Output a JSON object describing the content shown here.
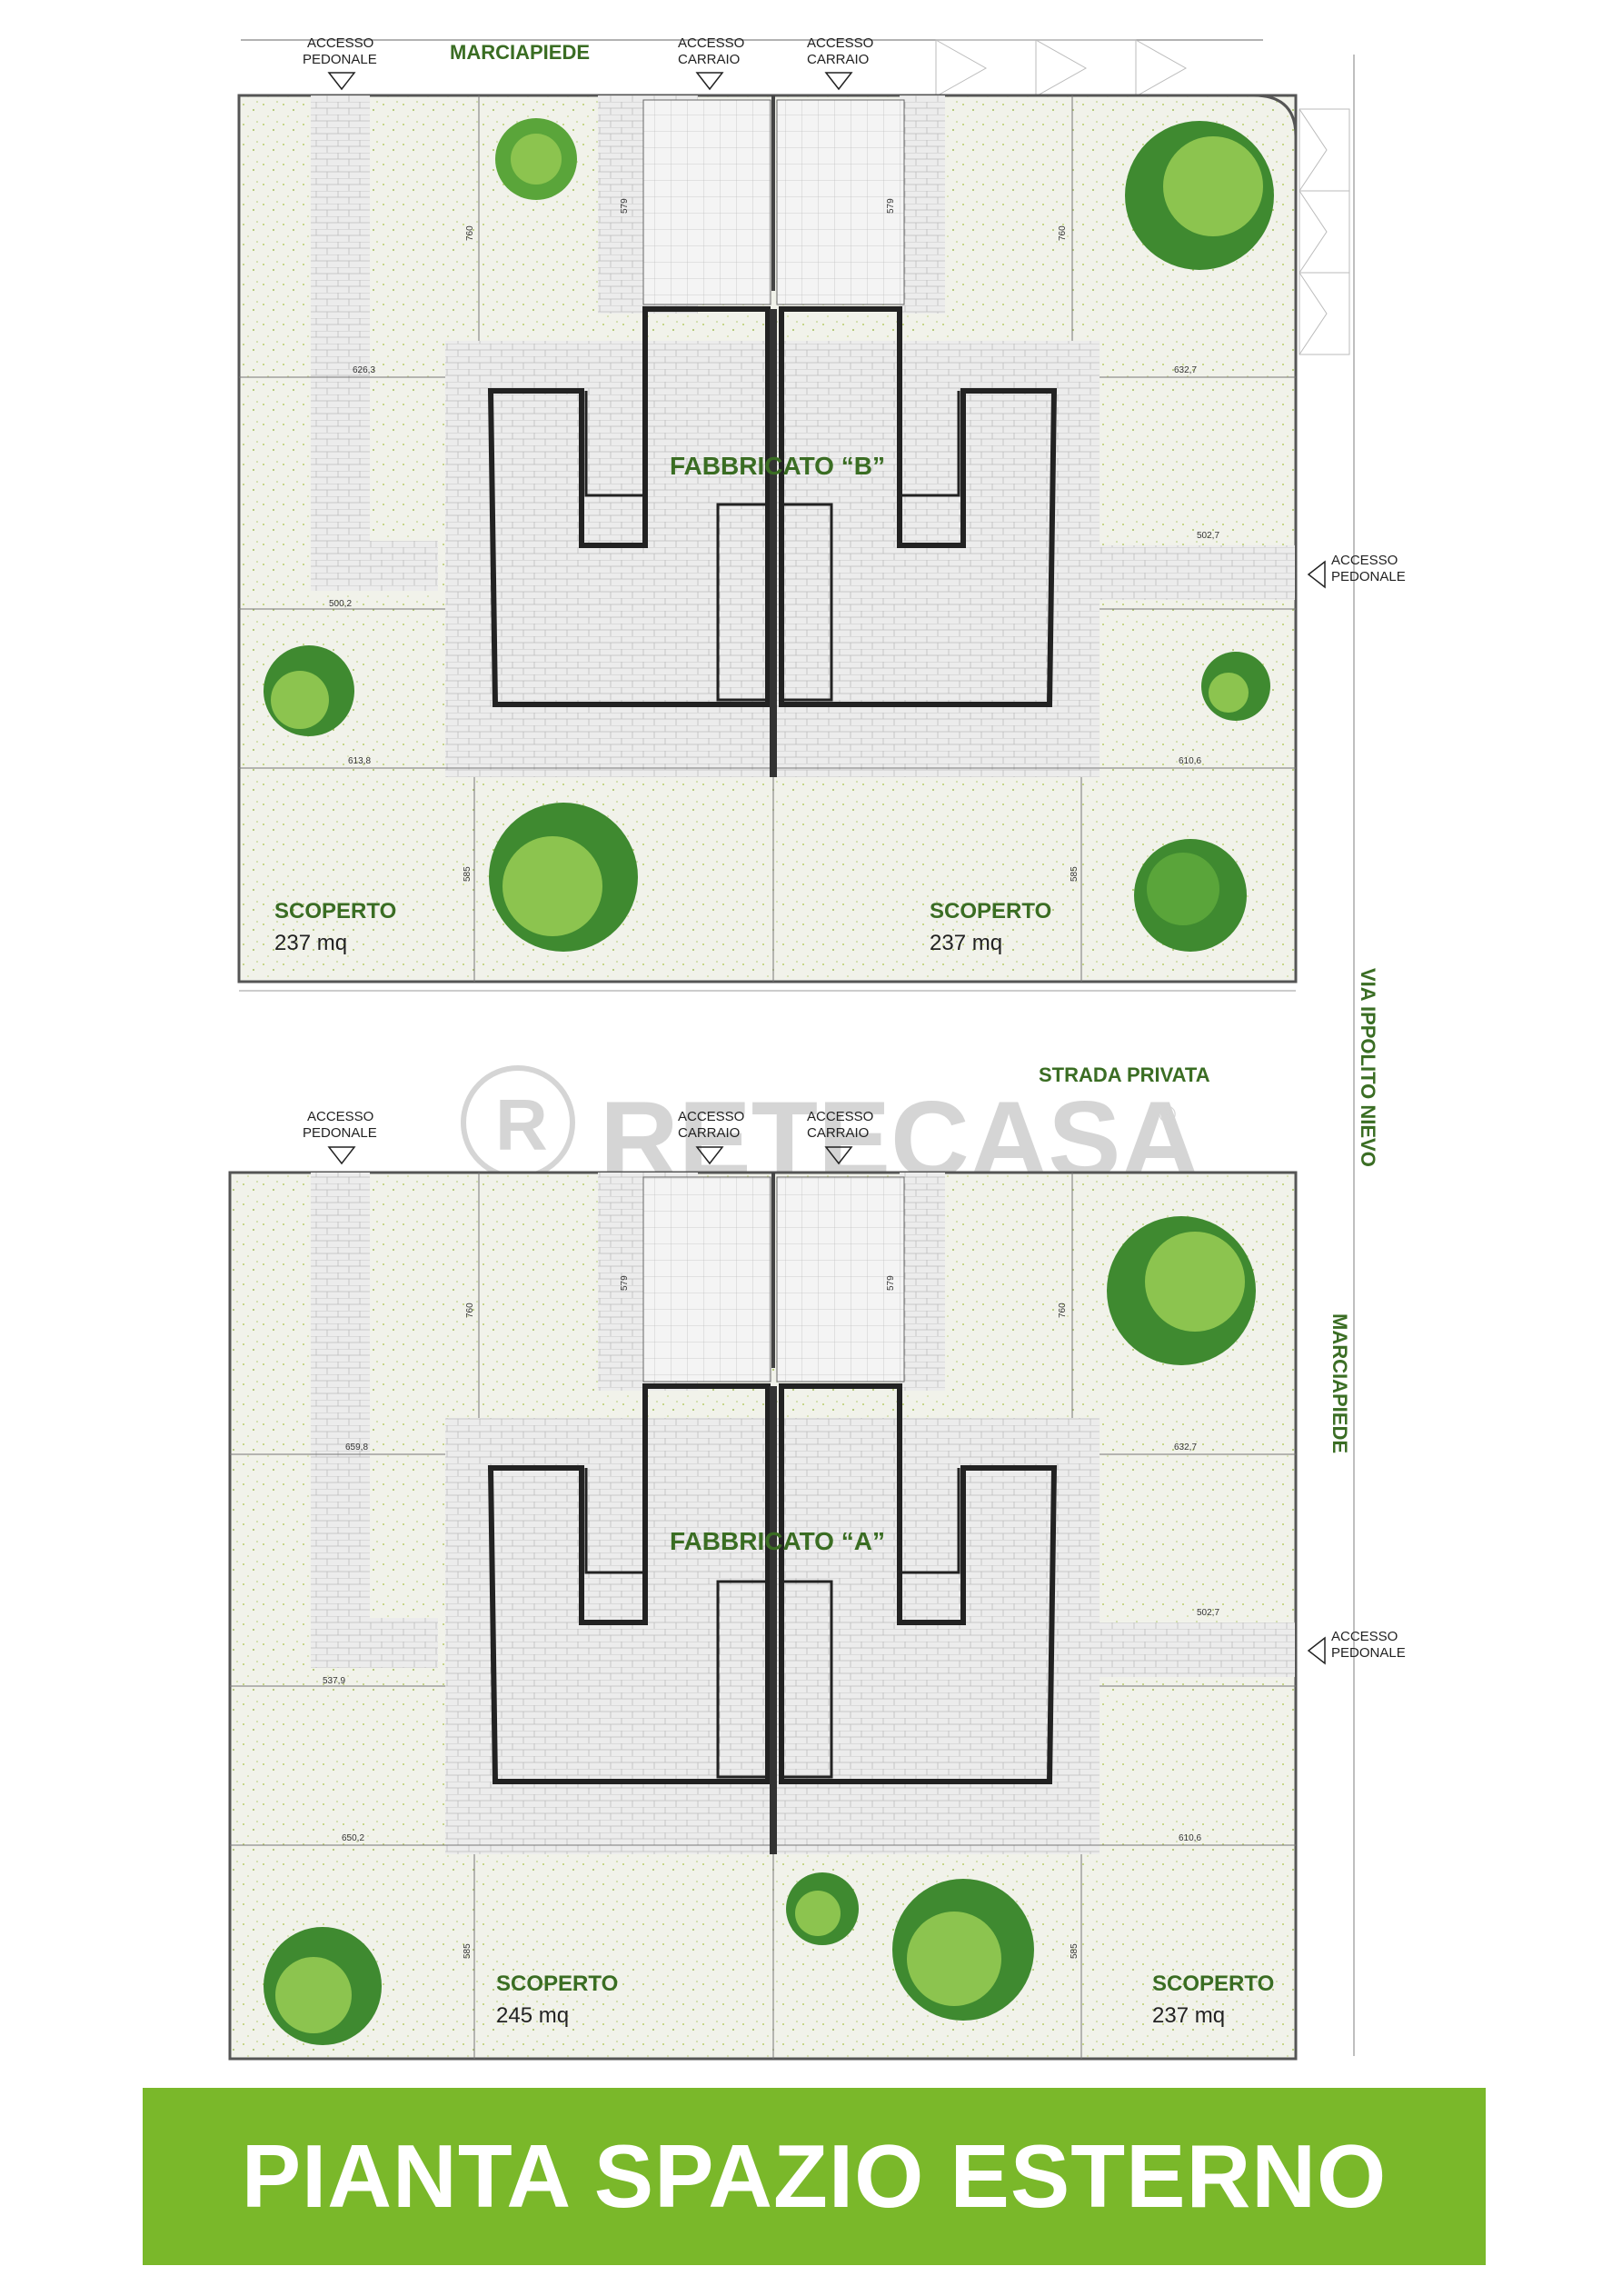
{
  "labels": {
    "marciapiede_top": "MARCIAPIEDE",
    "marciapiede_side": "MARCIAPIEDE",
    "via": "VIA IPPOLITO NIEVO",
    "strada_privata": "STRADA PRIVATA",
    "fabbricato_b": "FABBRICATO “B”",
    "fabbricato_a": "FABBRICATO “A”",
    "accesso_pedonale_l1": "ACCESSO",
    "accesso_pedonale_l2": "PEDONALE",
    "accesso_carraio_l1": "ACCESSO",
    "accesso_carraio_l2": "CARRAIO",
    "scoperto": "SCOPERTO",
    "b_left_area": "237 mq",
    "b_right_area": "237 mq",
    "a_left_area": "245 mq",
    "a_right_area": "237 mq",
    "watermark": "RETECASA",
    "registered": "®"
  },
  "dimensions": {
    "b_top_left_depth": "760",
    "b_top_right_depth": "760",
    "b_drive_left": "579",
    "b_drive_right": "579",
    "b_left_upper": "626,3",
    "b_right_upper": "632,7",
    "b_right_mid": "502,7",
    "b_left_mid": "500,2",
    "b_left_lower": "613,8",
    "b_right_lower": "610,6",
    "b_depth_left_lower": "585",
    "b_depth_right_lower": "585",
    "a_top_left_depth": "760",
    "a_top_right_depth": "760",
    "a_drive_left": "579",
    "a_drive_right": "579",
    "a_left_upper": "659,8",
    "a_right_upper": "632,7",
    "a_right_mid": "502,7",
    "a_left_mid": "537,9",
    "a_left_lower": "650,2",
    "a_right_lower": "610,6",
    "a_depth_left_lower": "585",
    "a_depth_right_lower": "585"
  },
  "footer": {
    "title": "PIANTA SPAZIO ESTERNO"
  },
  "colors": {
    "banner": "#7ab82a",
    "label_green": "#3a6d23",
    "grass": "#f1f2ea",
    "paving": "#e6e6e6",
    "tree_dark": "#3f8a30",
    "tree_light": "#8cc44f"
  }
}
